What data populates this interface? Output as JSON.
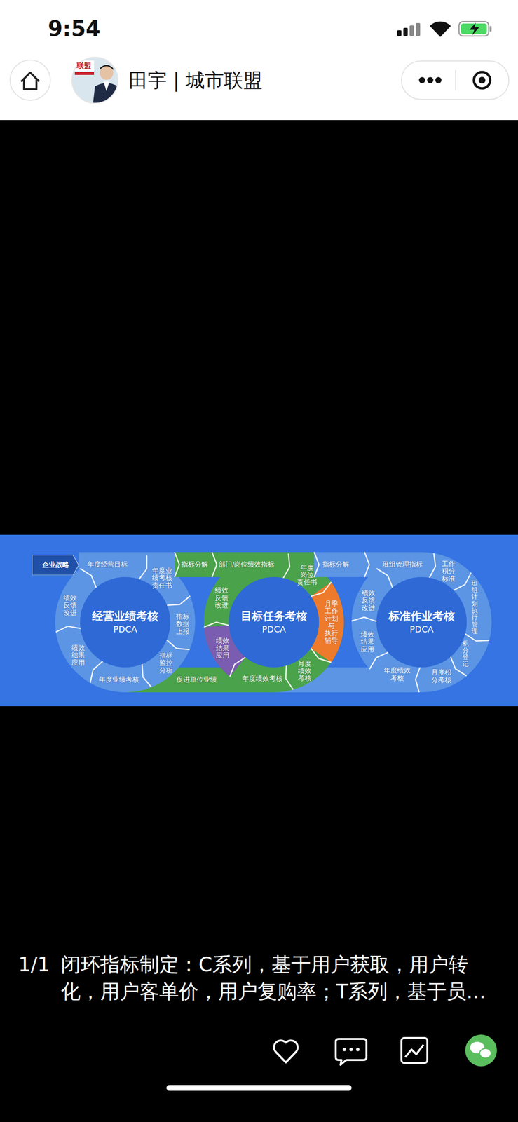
{
  "diagram": {
    "title": "田宇 | 城市联盟",
    "caption": "闭环指标制定：C系列，基于用户获取，用户转 化，用户客单价，用户复购率；T系列，基于员…",
    "nodes": [
      {
        "text": [
          "企业战略"
        ]
      },
      {
        "text": [
          "年度经营目标"
        ]
      },
      {
        "text": [
          "经营业绩考核",
          "PDCA"
        ]
      },
      {
        "text": [
          "年度业 绩考核 责任书"
        ]
      },
      {
        "text": [
          "指标 数据 上报"
        ]
      },
      {
        "text": [
          "指标 监控 分析"
        ]
      },
      {
        "text": [
          "年度业绩考核"
        ]
      },
      {
        "text": [
          "绩效 结果 应用"
        ]
      },
      {
        "text": [
          "绩效 反馈 改进"
        ]
      },
      {
        "text": [
          "指标分解"
        ]
      },
      {
        "text": [
          "促进单位业绩"
        ]
      },
      {
        "text": [
          "部门/岗位绩效指标"
        ]
      },
      {
        "text": [
          "目标任务考核",
          "PDCA"
        ]
      },
      {
        "text": [
          "年度 岗位 责任书"
        ]
      },
      {
        "text": [
          "月季 工作 计划 与 执行 辅导"
        ]
      },
      {
        "text": [
          "月度 绩效 考核"
        ]
      },
      {
        "text": [
          "年度绩效考核"
        ]
      },
      {
        "text": [
          "绩效 结果 应用"
        ]
      },
      {
        "text": [
          "绩效 反馈 改进"
        ]
      },
      {
        "text": [
          "指标分解"
        ]
      },
      {
        "text": [
          "班组管理指标"
        ]
      },
      {
        "text": [
          "标准作业考核",
          "PDCA"
        ]
      },
      {
        "text": [
          "工作 积分 标准"
        ]
      },
      {
        "text": [
          "班组计划执行管理"
        ]
      },
      {
        "text": [
          "积分登记"
        ]
      },
      {
        "text": [
          "月度积 分考核"
        ]
      },
      {
        "text": [
          "年度绩效 考核"
        ]
      },
      {
        "text": [
          "绩效 结果 应用"
        ]
      },
      {
        "text": [
          "绩效 反馈 改进"
        ]
      }
    ],
    "labels": [
      "9:54",
      "联盟",
      "1/1"
    ]
  }
}
